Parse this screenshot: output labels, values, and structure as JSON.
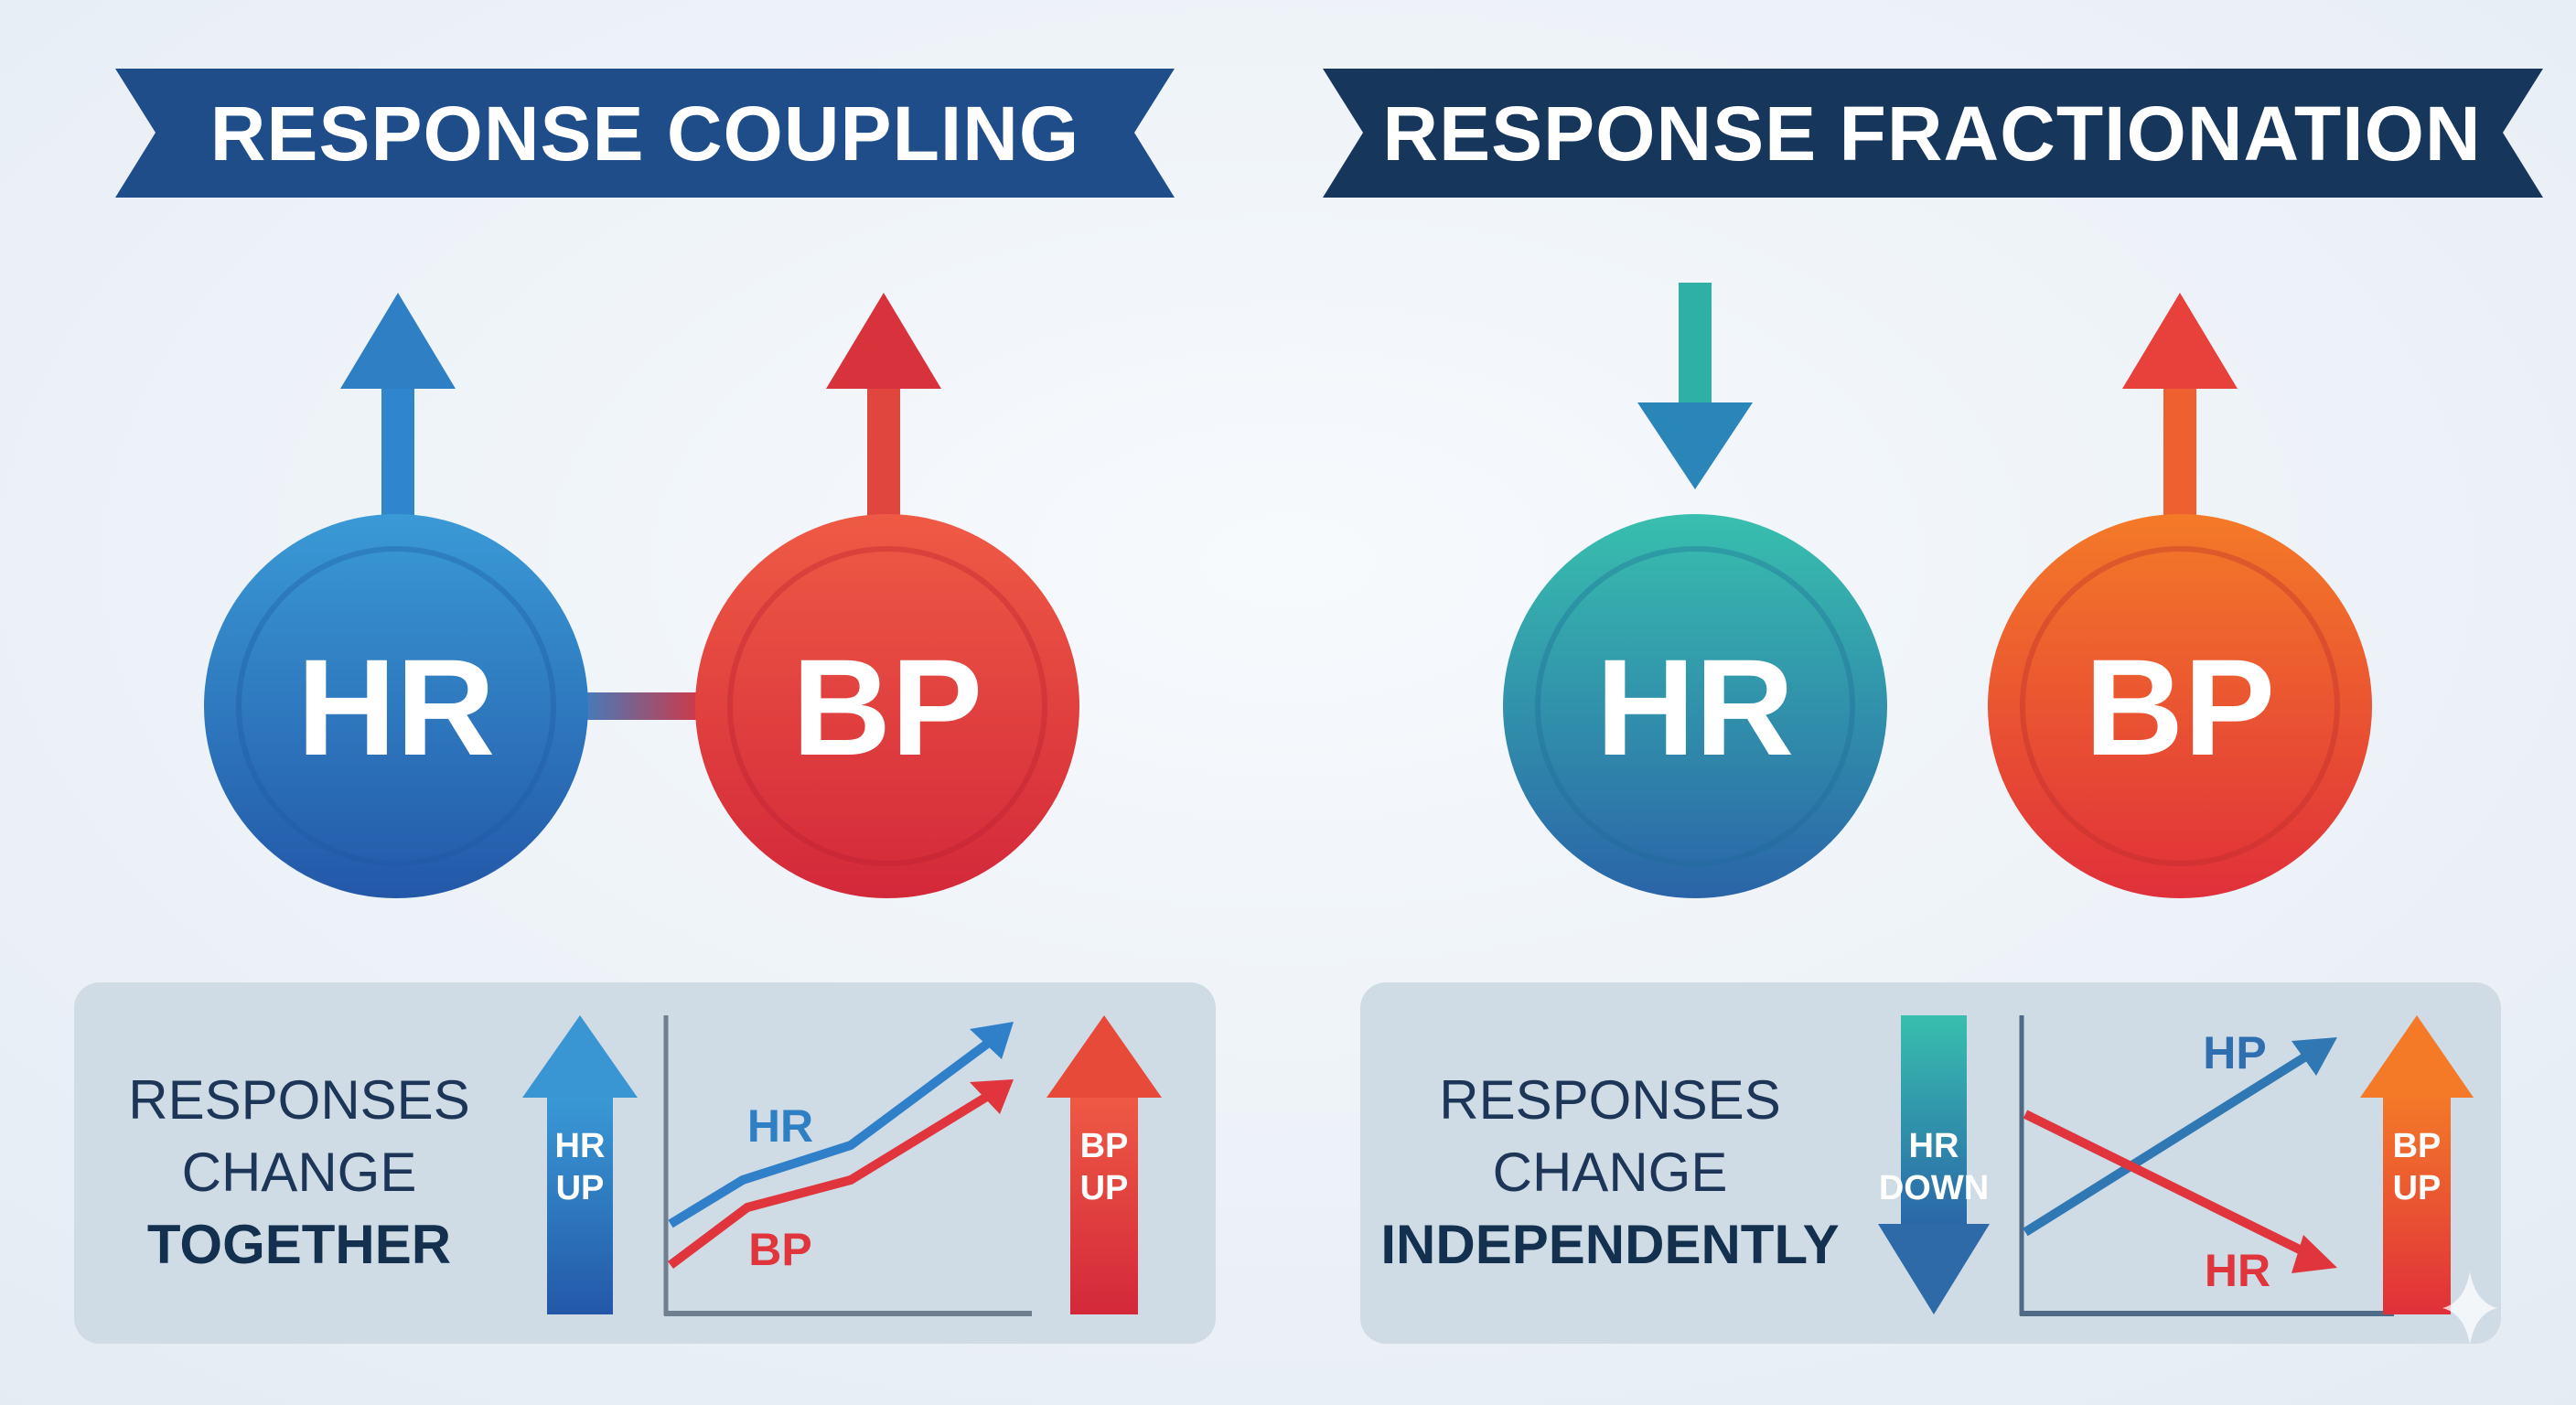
{
  "left": {
    "title": "RESPONSE COUPLING",
    "circle_hr": "HR",
    "circle_bp": "BP",
    "panel": {
      "line1": "RESPONSES",
      "line2": "CHANGE",
      "line3": "TOGETHER",
      "hr_arrow_line1": "HR",
      "hr_arrow_line2": "UP",
      "chart_label_hr": "HR",
      "chart_label_bp": "BP",
      "bp_arrow_line1": "BP",
      "bp_arrow_line2": "UP"
    }
  },
  "right": {
    "title": "RESPONSE FRACTIONATION",
    "circle_hr": "HR",
    "circle_bp": "BP",
    "panel": {
      "line1": "RESPONSES",
      "line2": "CHANGE",
      "line3": "INDEPENDENTLY",
      "hr_arrow_line1": "HR",
      "hr_arrow_line2": "DOWN",
      "chart_label_up": "HP",
      "chart_label_down": "HR",
      "bp_arrow_line1": "BP",
      "bp_arrow_line2": "UP"
    }
  },
  "colors": {
    "blue": "#2f7fc4",
    "red": "#e03a3e",
    "teal": "#2fb5a8",
    "orange": "#f06a2a",
    "banner_left": "#1f4d8a",
    "banner_right": "#17365c"
  }
}
